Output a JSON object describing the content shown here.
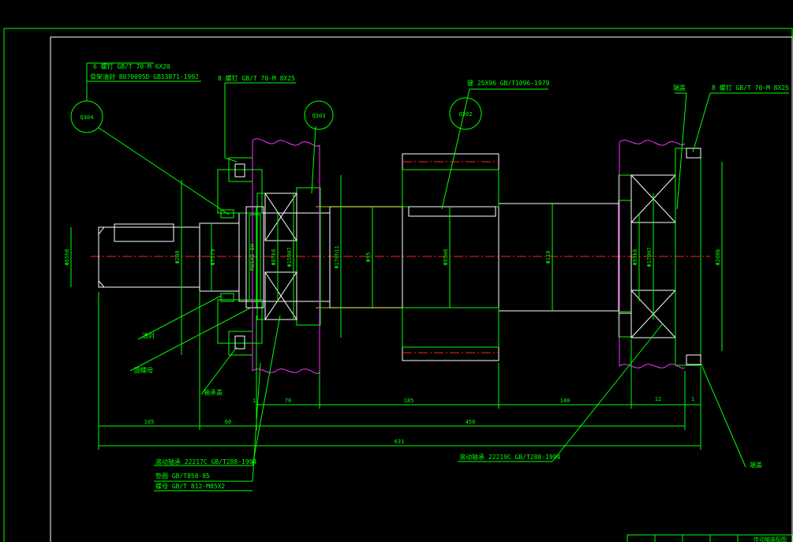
{
  "drawing": {
    "balloons": {
      "b1": "Q304",
      "b2": "Q303",
      "b3": "Q302"
    },
    "callouts": {
      "screw6": "6 螺钉  GB/T 70-M 6X20",
      "seal": "骨架油封  B070095D GB13871-1992",
      "screw8a": "8 螺钉  GB/T 70-M 8X25",
      "key": "键 25X96 GB/T1096-1979",
      "cover_lbl": "端盖",
      "screw8b": "8 螺钉  GB/T 70-M 8X25",
      "oil_seal": "油封",
      "round_nut": "圆螺母",
      "bearing_cap": "轴承盖",
      "bearing1": "滚动轴承 22217C GB/T288-1994",
      "washer": "垫圈  GB/T858-85",
      "nut": "螺母  GB/T 812-M85X2",
      "bearing2": "滚动轴承 22219C GB/T288-1994",
      "end_cover": "端盖"
    },
    "diameters": {
      "d1": "Φ65h6",
      "d2": "Φ200",
      "d3": "Φ75f9",
      "d4": "M85X2-6H",
      "d5": "Φ85k6",
      "d6": "Φ150H7",
      "d7": "Φ170h11",
      "d8": "Φ95",
      "d9": "Φ95m6",
      "d10": "Φ110",
      "d11": "Φ95k6",
      "d12": "Φ170H7",
      "d13": "Φ200b"
    },
    "lengths": {
      "l1": "105",
      "l2": "60",
      "l3": "70",
      "l4": "185",
      "l5": "140",
      "l6": "12",
      "l7": "1",
      "l8": "1",
      "l9": "450",
      "l10": "631"
    },
    "title_block": "传动轴装配图"
  }
}
